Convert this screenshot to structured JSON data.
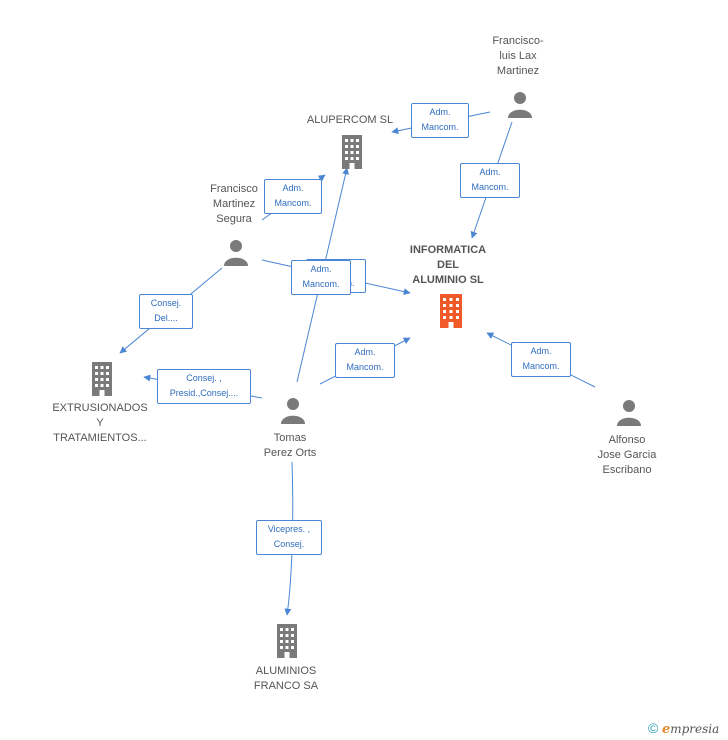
{
  "nodes": {
    "francisco_luis": {
      "label_lines": [
        "Francisco-",
        "luis Lax",
        "Martinez"
      ],
      "type": "person"
    },
    "alupercom": {
      "label_lines": [
        "ALUPERCOM  SL"
      ],
      "type": "company"
    },
    "francisco_martinez": {
      "label_lines": [
        "Francisco",
        "Martinez",
        "Segura"
      ],
      "type": "person"
    },
    "informatica": {
      "label_lines": [
        "INFORMATICA",
        "DEL",
        "ALUMINIO SL"
      ],
      "type": "company-main"
    },
    "extrusionados": {
      "label_lines": [
        "EXTRUSIONADOS",
        "Y",
        "TRATAMIENTOS..."
      ],
      "type": "company"
    },
    "tomas": {
      "label_lines": [
        "Tomas",
        "Perez Orts"
      ],
      "type": "person"
    },
    "alfonso": {
      "label_lines": [
        "Alfonso",
        "Jose Garcia",
        "Escribano"
      ],
      "type": "person"
    },
    "aluminios_franco": {
      "label_lines": [
        "ALUMINIOS",
        "FRANCO SA"
      ],
      "type": "company"
    }
  },
  "edge_labels": {
    "fl_alupercom": [
      "Adm.",
      "Mancom."
    ],
    "fl_informatica": [
      "Adm.",
      "Mancom."
    ],
    "fm_alupercom": [
      "Adm.",
      "Mancom."
    ],
    "fm_informatica": [
      "Adm.",
      "Mancom."
    ],
    "fm_extrusionados": [
      "Consej.",
      "Del...."
    ],
    "tomas_alupercom": [
      "Adm.",
      "Mancom."
    ],
    "tomas_informatica": [
      "Adm.",
      "Mancom."
    ],
    "tomas_extrusionados": [
      "Consej. ,",
      "Presid.,Consej...."
    ],
    "tomas_aluminios": [
      "Vicepres. ,",
      "Consej."
    ],
    "alfonso_informatica": [
      "Adm.",
      "Mancom."
    ]
  },
  "colors": {
    "edge": "#4a86d4",
    "icon_gray": "#7a7a7a",
    "icon_main": "#f05a28"
  },
  "footer": {
    "copyright": "©",
    "brand_initial": "e",
    "brand_rest": "mpresia"
  }
}
